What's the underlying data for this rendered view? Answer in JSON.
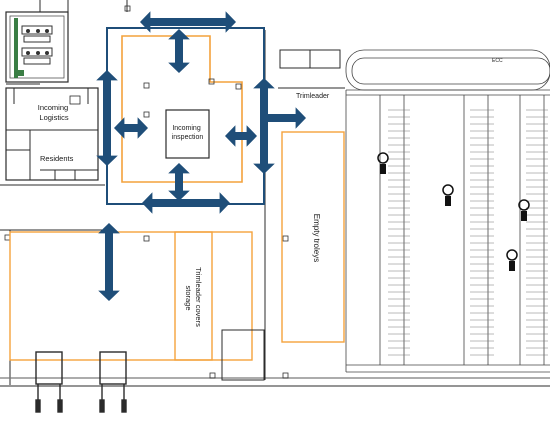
{
  "labels": {
    "incoming_logistics": [
      "Incoming",
      "Logistics"
    ],
    "residents": "Residents",
    "incoming_inspection": [
      "Incoming",
      "inspection"
    ],
    "trimleader": "Trimleader",
    "empty_troleys": "Empty troleys",
    "trimleader_covers_storage": [
      "Trimleader covers",
      "storage"
    ]
  },
  "colors": {
    "flow_arrow": "#1f4e79",
    "zone_outline": "#f4a23c",
    "inspection_boundary": "#1f4e79",
    "plan_lines": "#2b2b2b",
    "floor_line": "#7a7a7a"
  }
}
